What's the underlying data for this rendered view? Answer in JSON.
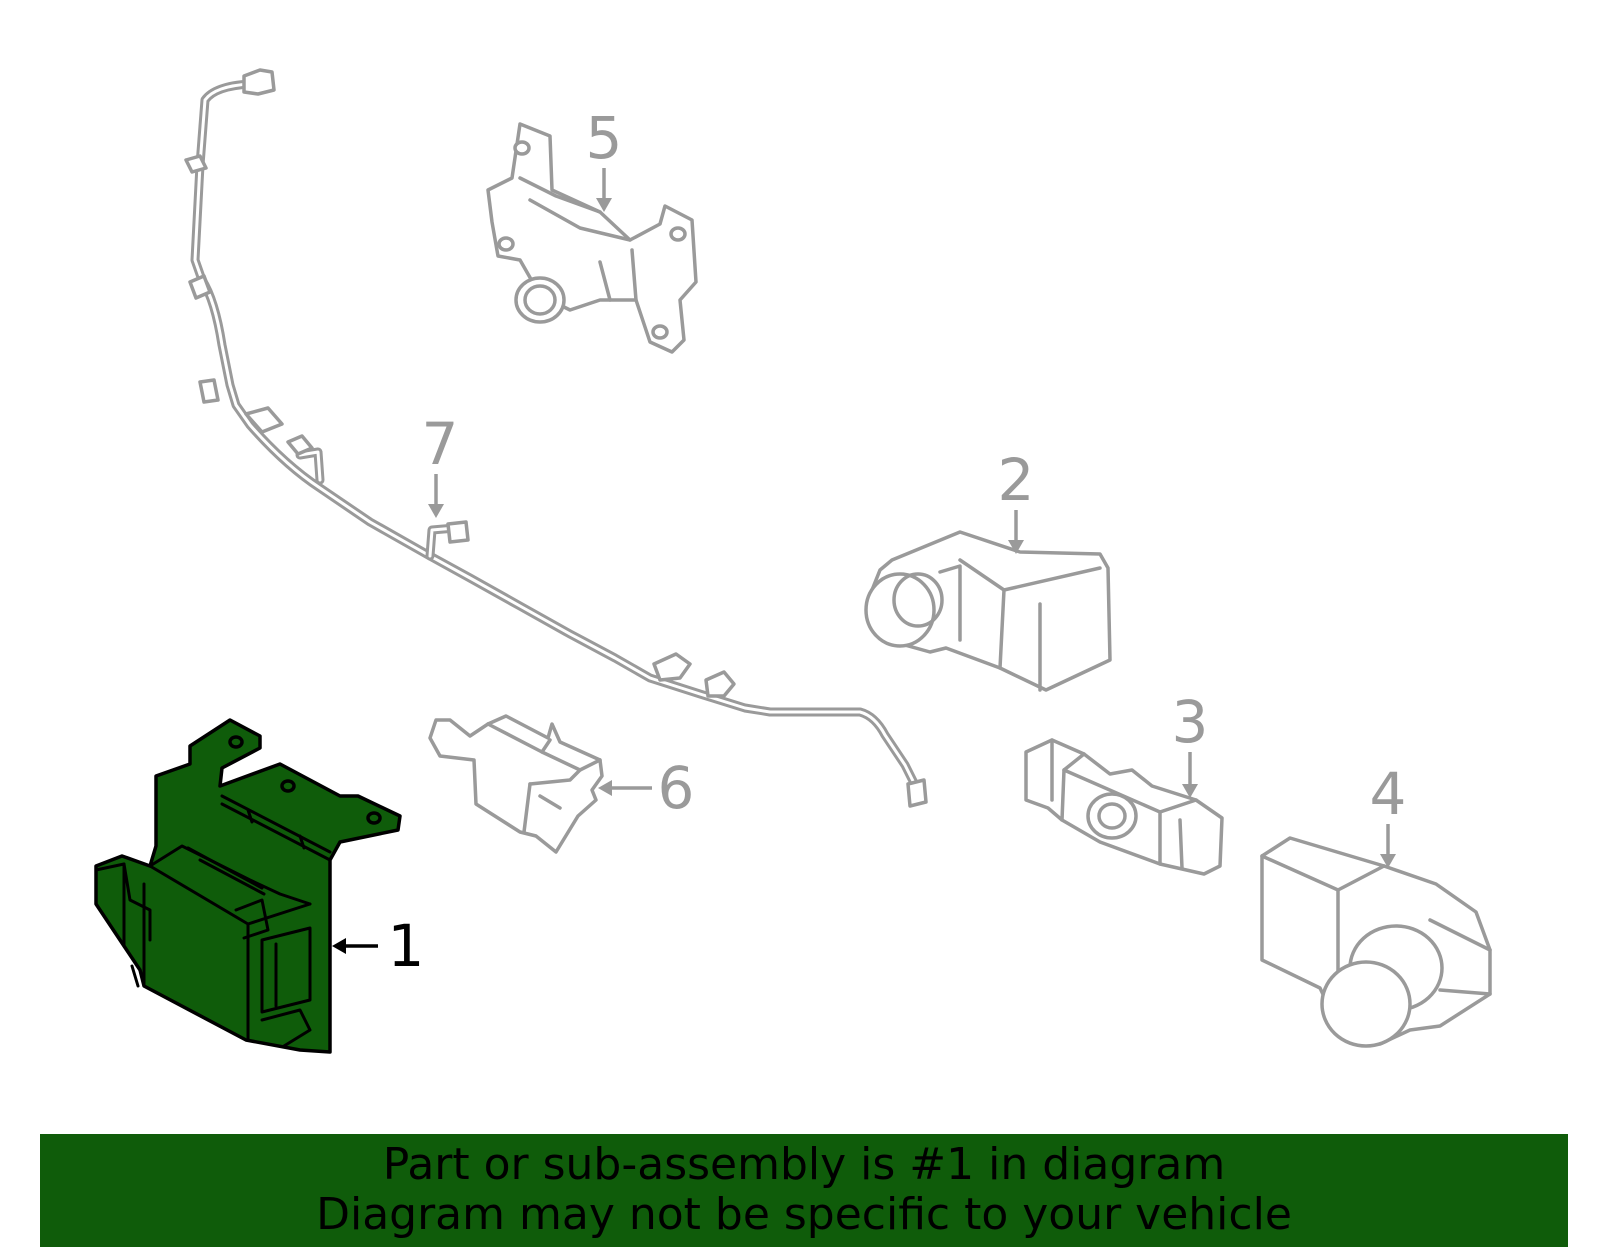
{
  "colors": {
    "highlight": "#0f5c0a",
    "part_stroke": "#9a9a9a",
    "label_gray": "#9a9a9a",
    "label_highlight": "#000000"
  },
  "callouts": {
    "c1": "1",
    "c2": "2",
    "c3": "3",
    "c4": "4",
    "c5": "5",
    "c6": "6",
    "c7": "7"
  },
  "highlighted_part": "1",
  "banner": {
    "line1": "Part or sub-assembly is #1 in diagram",
    "line2": "Diagram may not be specific to your vehicle"
  }
}
